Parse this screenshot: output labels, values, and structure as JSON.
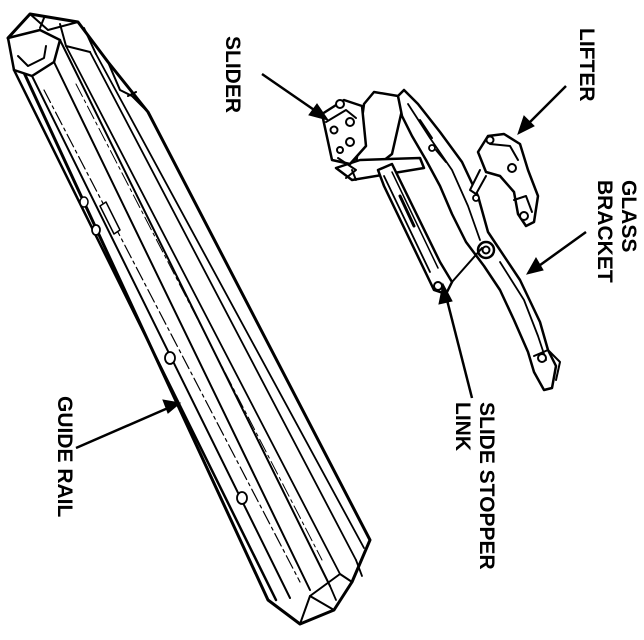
{
  "labels": {
    "slider": "SLIDER",
    "lifter": "LIFTER",
    "glass_bracket_line1": "GLASS",
    "glass_bracket_line2": "BRACKET",
    "slide_stopper_line1": "SLIDE STOPPER",
    "slide_stopper_line2": "LINK",
    "guide_rail": "GUIDE RAIL"
  },
  "colors": {
    "ink": "#000000",
    "paper": "#ffffff"
  }
}
